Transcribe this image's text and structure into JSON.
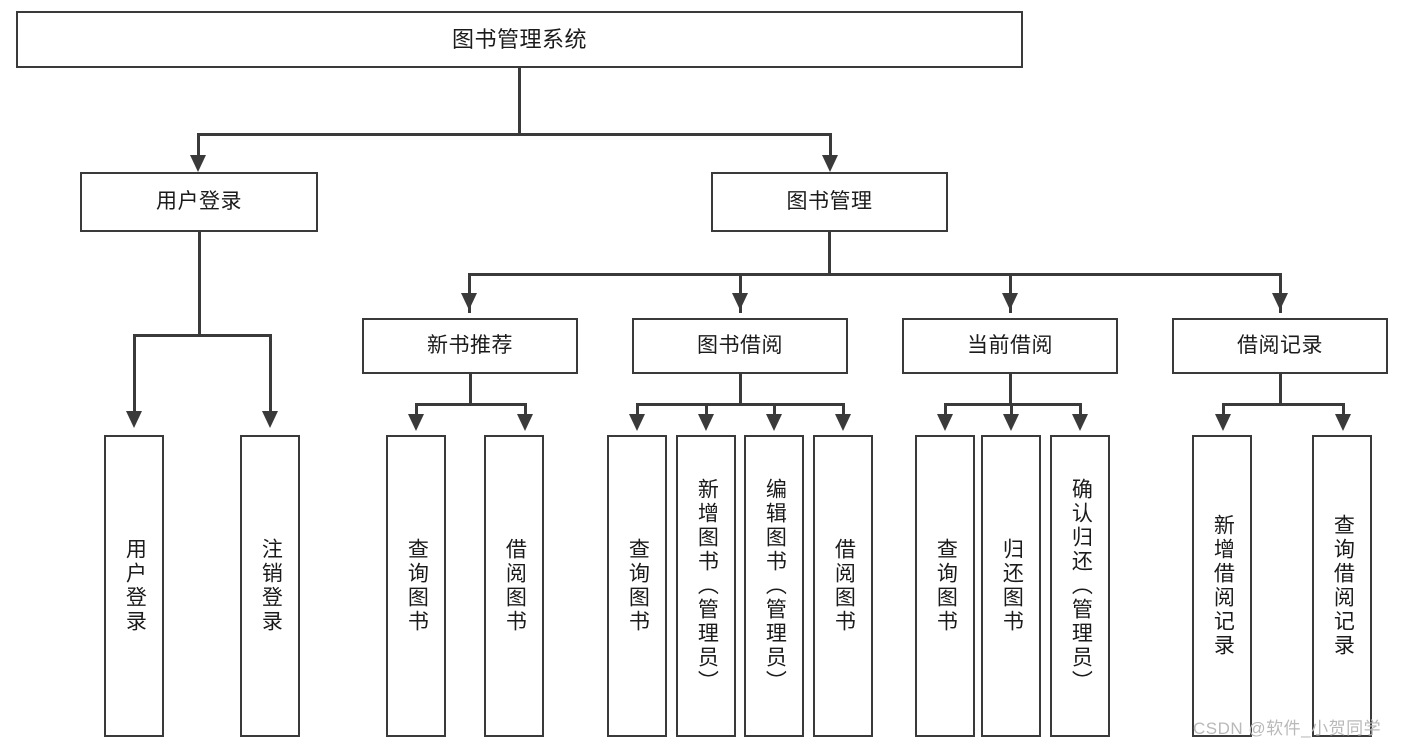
{
  "diagram": {
    "title": "图书管理系统",
    "type": "tree-hierarchy",
    "root": {
      "label": "图书管理系统"
    },
    "level2": [
      {
        "label": "用户登录"
      },
      {
        "label": "图书管理"
      }
    ],
    "level3": [
      {
        "label": "新书推荐"
      },
      {
        "label": "图书借阅"
      },
      {
        "label": "当前借阅"
      },
      {
        "label": "借阅记录"
      }
    ],
    "leaves": {
      "user_login": [
        {
          "label": "用户登录"
        },
        {
          "label": "注销登录"
        }
      ],
      "new_book_recommend": [
        {
          "label": "查询图书"
        },
        {
          "label": "借阅图书"
        }
      ],
      "book_borrow": [
        {
          "label": "查询图书"
        },
        {
          "label": "新增图书（管理员）"
        },
        {
          "label": "编辑图书（管理员）"
        },
        {
          "label": "借阅图书"
        }
      ],
      "current_borrow": [
        {
          "label": "查询图书"
        },
        {
          "label": "归还图书"
        },
        {
          "label": "确认归还（管理员）"
        }
      ],
      "borrow_record": [
        {
          "label": "新增借阅记录"
        },
        {
          "label": "查询借阅记录"
        }
      ]
    }
  },
  "watermark": {
    "text": "CSDN @软件_小贺同学"
  },
  "colors": {
    "border": "#3a3a3a",
    "background": "#ffffff",
    "text": "#1b1b1b",
    "watermark": "#b9b9b9"
  }
}
